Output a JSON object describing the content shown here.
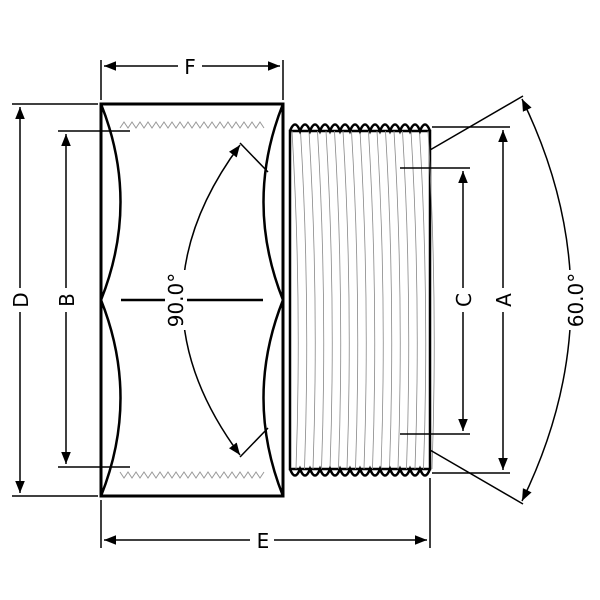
{
  "dimensions": {
    "F": "F",
    "D": "D",
    "B": "B",
    "E": "E",
    "C": "C",
    "A": "A",
    "angle_hex": "90.0°",
    "angle_thread": "60.0°"
  },
  "colors": {
    "line": "#000000",
    "thread": "#888888"
  }
}
